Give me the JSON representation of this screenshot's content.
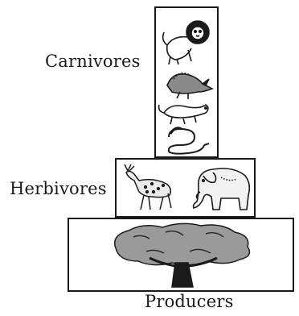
{
  "labels": {
    "carnivores": "Carnivores",
    "herbivores": "Herbivores",
    "producers": "Producers"
  },
  "pyramid": {
    "levels": [
      {
        "name": "Carnivores",
        "organisms": [
          "lion-icon",
          "bird-icon",
          "weasel-icon",
          "snake-icon"
        ]
      },
      {
        "name": "Herbivores",
        "organisms": [
          "deer-icon",
          "elephant-icon"
        ]
      },
      {
        "name": "Producers",
        "organisms": [
          "tree-icon"
        ]
      }
    ]
  },
  "colors": {
    "ink": "#1a1a1a",
    "background": "#ffffff"
  }
}
